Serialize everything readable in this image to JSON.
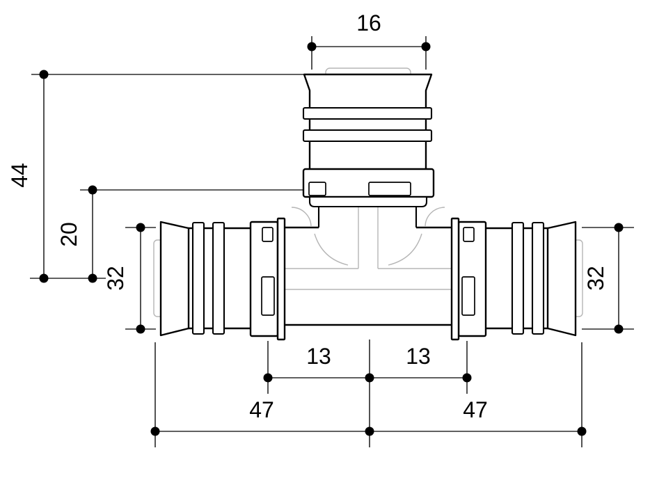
{
  "drawing": {
    "title": "Press-fitting tee — dimensional drawing",
    "colors": {
      "outline": "#000000",
      "detail_lines": "#b5b5b5",
      "background": "#ffffff",
      "dimension_lines": "#000000"
    },
    "dimensions": {
      "branch_width": "16",
      "branch_height": "44",
      "branch_depth": "20",
      "left_port": "32",
      "right_port": "32",
      "stop_left": "13",
      "stop_right": "13",
      "end_left": "47",
      "end_right": "47"
    }
  }
}
